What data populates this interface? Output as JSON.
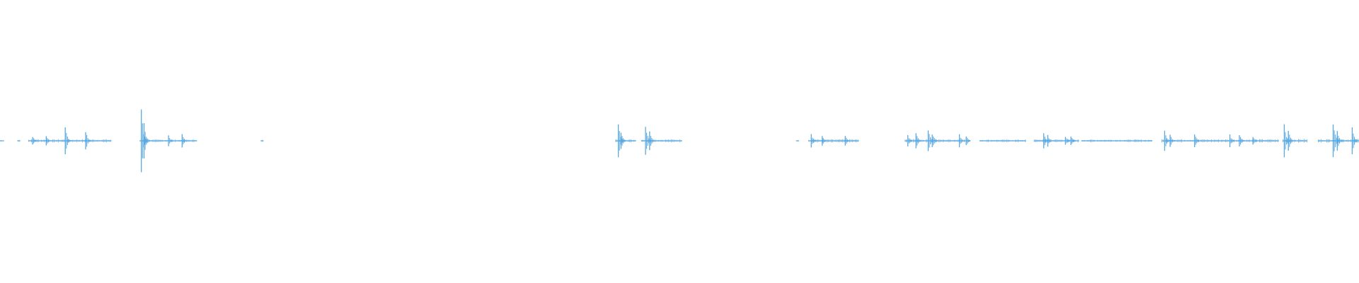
{
  "waveform": {
    "color": "#5AA9E0",
    "background": "#ffffff",
    "axis_label": "",
    "segments": [
      {
        "start": 0.0,
        "end": 0.003,
        "level": 0.03
      },
      {
        "start": 0.013,
        "end": 0.015,
        "level": 0.05
      },
      {
        "start": 0.021,
        "end": 0.082,
        "level": 0.06
      },
      {
        "start": 0.103,
        "end": 0.145,
        "level": 0.05
      },
      {
        "start": 0.192,
        "end": 0.194,
        "level": 0.04
      },
      {
        "start": 0.453,
        "end": 0.468,
        "level": 0.06
      },
      {
        "start": 0.472,
        "end": 0.502,
        "level": 0.06
      },
      {
        "start": 0.586,
        "end": 0.588,
        "level": 0.05
      },
      {
        "start": 0.595,
        "end": 0.632,
        "level": 0.06
      },
      {
        "start": 0.666,
        "end": 0.714,
        "level": 0.06
      },
      {
        "start": 0.721,
        "end": 0.755,
        "level": 0.05
      },
      {
        "start": 0.761,
        "end": 0.794,
        "level": 0.06
      },
      {
        "start": 0.796,
        "end": 0.848,
        "level": 0.05
      },
      {
        "start": 0.855,
        "end": 0.941,
        "level": 0.06
      },
      {
        "start": 0.944,
        "end": 0.962,
        "level": 0.07
      },
      {
        "start": 0.97,
        "end": 1.0,
        "level": 0.07
      }
    ],
    "peaks": [
      {
        "pos": 0.024,
        "level": 0.15
      },
      {
        "pos": 0.034,
        "level": 0.2
      },
      {
        "pos": 0.048,
        "level": 0.45
      },
      {
        "pos": 0.063,
        "level": 0.35
      },
      {
        "pos": 0.104,
        "level": 1.0
      },
      {
        "pos": 0.106,
        "level": 0.55
      },
      {
        "pos": 0.124,
        "level": 0.18
      },
      {
        "pos": 0.134,
        "level": 0.22
      },
      {
        "pos": 0.455,
        "level": 0.55
      },
      {
        "pos": 0.457,
        "level": 0.35
      },
      {
        "pos": 0.475,
        "level": 0.6
      },
      {
        "pos": 0.478,
        "level": 0.4
      },
      {
        "pos": 0.597,
        "level": 0.25
      },
      {
        "pos": 0.605,
        "level": 0.18
      },
      {
        "pos": 0.622,
        "level": 0.2
      },
      {
        "pos": 0.668,
        "level": 0.2
      },
      {
        "pos": 0.674,
        "level": 0.3
      },
      {
        "pos": 0.683,
        "level": 0.4
      },
      {
        "pos": 0.686,
        "level": 0.28
      },
      {
        "pos": 0.706,
        "level": 0.22
      },
      {
        "pos": 0.711,
        "level": 0.18
      },
      {
        "pos": 0.768,
        "level": 0.25
      },
      {
        "pos": 0.771,
        "level": 0.2
      },
      {
        "pos": 0.784,
        "level": 0.18
      },
      {
        "pos": 0.788,
        "level": 0.16
      },
      {
        "pos": 0.857,
        "level": 0.4
      },
      {
        "pos": 0.861,
        "level": 0.25
      },
      {
        "pos": 0.879,
        "level": 0.25
      },
      {
        "pos": 0.905,
        "level": 0.2
      },
      {
        "pos": 0.912,
        "level": 0.25
      },
      {
        "pos": 0.922,
        "level": 0.16
      },
      {
        "pos": 0.945,
        "level": 0.55
      },
      {
        "pos": 0.948,
        "level": 0.35
      },
      {
        "pos": 0.981,
        "level": 0.75
      },
      {
        "pos": 0.984,
        "level": 0.4
      },
      {
        "pos": 0.995,
        "level": 0.45
      }
    ]
  }
}
